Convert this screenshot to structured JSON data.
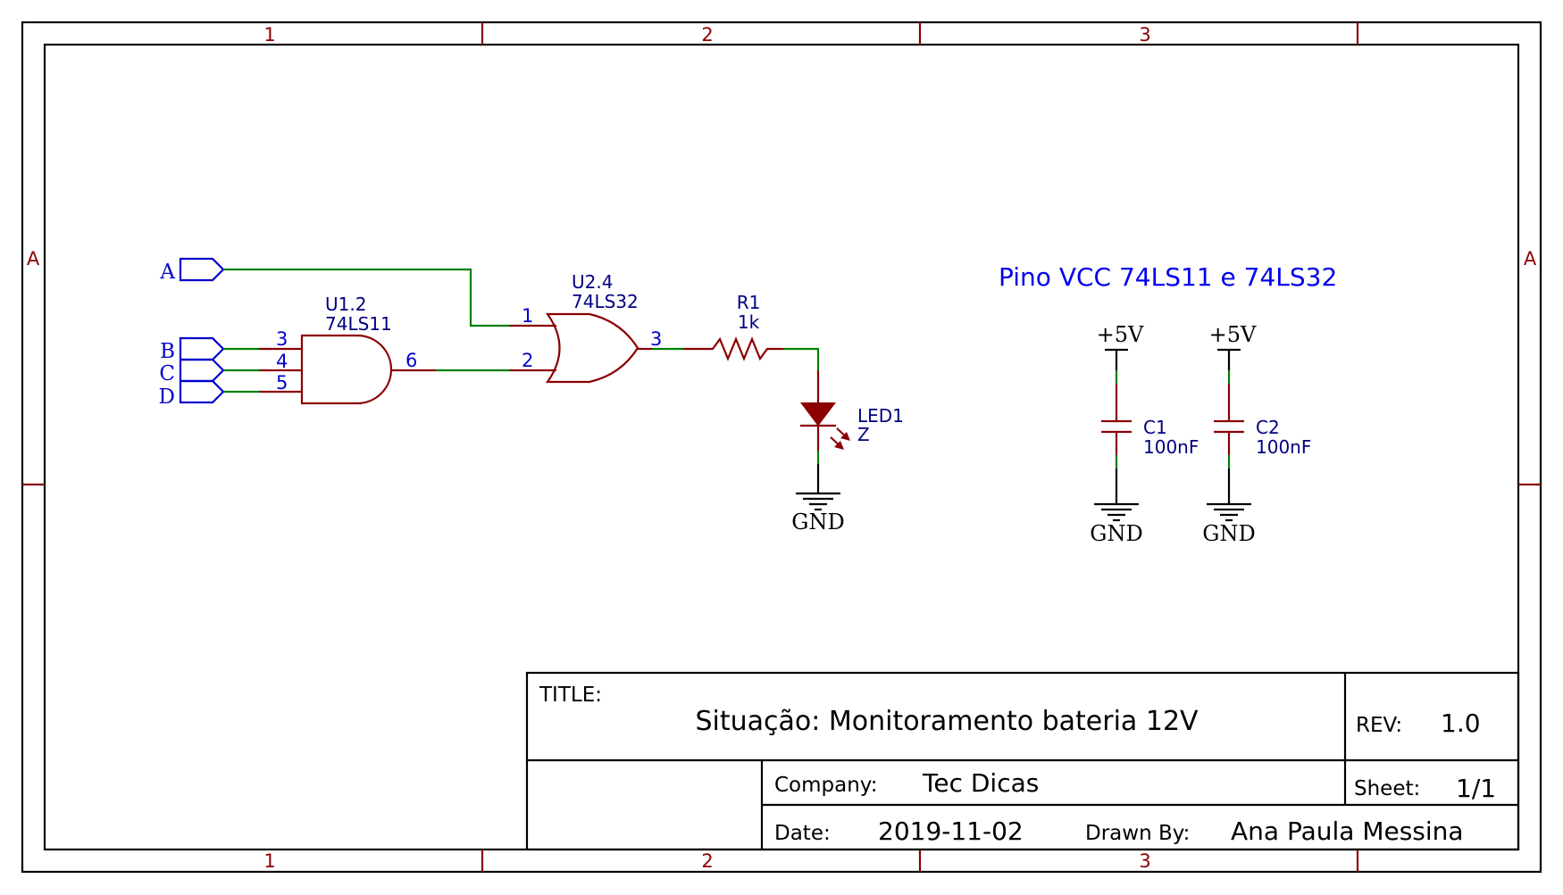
{
  "border": {
    "zones_top": [
      "1",
      "2",
      "3"
    ],
    "zones_bottom": [
      "1",
      "2",
      "3"
    ],
    "zone_left": "A",
    "zone_right": "A"
  },
  "ports": {
    "a": "A",
    "b": "B",
    "c": "C",
    "d": "D"
  },
  "and_gate": {
    "ref": "U1.2",
    "part": "74LS11",
    "pins": {
      "in1": "3",
      "in2": "4",
      "in3": "5",
      "out": "6"
    }
  },
  "or_gate": {
    "ref": "U2.4",
    "part": "74LS32",
    "pins": {
      "in1": "1",
      "in2": "2",
      "out": "3"
    }
  },
  "resistor": {
    "ref": "R1",
    "value": "1k"
  },
  "led": {
    "ref": "LED1",
    "value": "Z"
  },
  "gnd_label": "GND",
  "note": "Pino VCC 74LS11 e 74LS32",
  "caps": [
    {
      "power": "+5V",
      "ref": "C1",
      "value": "100nF",
      "gnd": "GND"
    },
    {
      "power": "+5V",
      "ref": "C2",
      "value": "100nF",
      "gnd": "GND"
    }
  ],
  "title_block": {
    "title_label": "TITLE:",
    "title": "Situação: Monitoramento bateria 12V",
    "rev_label": "REV:",
    "rev": "1.0",
    "company_label": "Company:",
    "company": "Tec Dicas",
    "sheet_label": "Sheet:",
    "sheet": "1/1",
    "date_label": "Date:",
    "date": "2019-11-02",
    "drawn_label": "Drawn By:",
    "drawn_by": "Ana Paula Messina"
  }
}
